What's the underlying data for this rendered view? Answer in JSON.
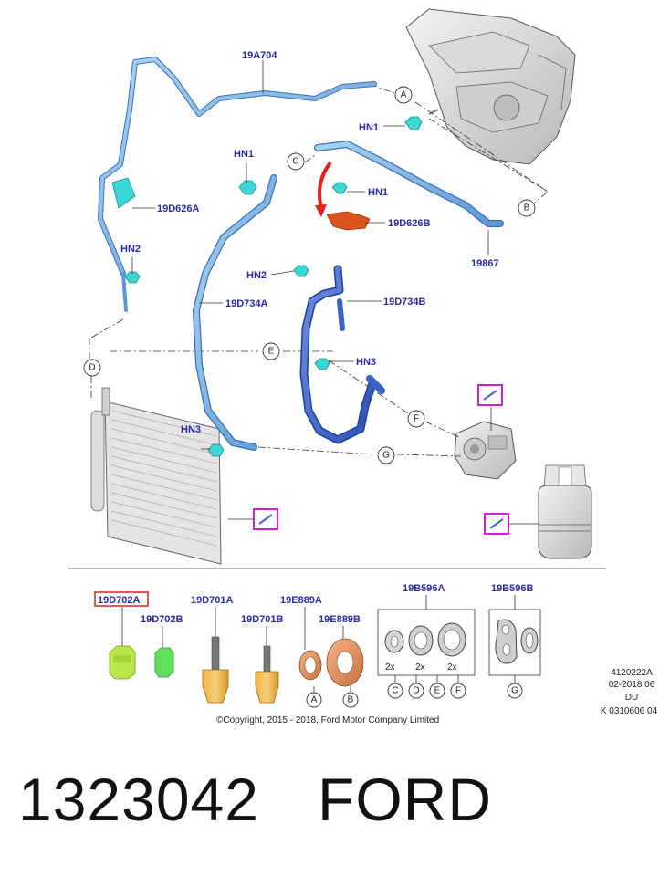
{
  "diagram": {
    "labels": {
      "lbl_19A704": "19A704",
      "lbl_HN1_top": "HN1",
      "lbl_HN1_mid": "HN1",
      "lbl_HN1_red": "HN1",
      "lbl_19D626A": "19D626A",
      "lbl_19D626B": "19D626B",
      "lbl_HN2_left": "HN2",
      "lbl_HN2_mid": "HN2",
      "lbl_19867": "19867",
      "lbl_19D734A": "19D734A",
      "lbl_19D734B": "19D734B",
      "lbl_HN3_mid": "HN3",
      "lbl_HN3_low": "HN3"
    },
    "callouts": {
      "A": "A",
      "B": "B",
      "C": "C",
      "D": "D",
      "E": "E",
      "F": "F",
      "G": "G"
    },
    "parts": {
      "p1": "19D702A",
      "p2": "19D702B",
      "p3": "19D701A",
      "p4": "19D701B",
      "p5": "19E889A",
      "p6": "19E889B",
      "p7": "19B596A",
      "p8": "19B596B"
    },
    "qty": {
      "q1": "2x",
      "q2": "2x",
      "q3": "2x"
    },
    "bottom_callouts": {
      "A": "A",
      "B": "B",
      "C": "C",
      "D": "D",
      "E": "E",
      "F": "F",
      "G": "G"
    },
    "copyright": "©Copyright, 2015 - 2018, Ford Motor Company Limited",
    "code_lines": [
      "4120222A",
      "02-2018 06",
      "DU",
      "K 0310606 04"
    ]
  },
  "caption": {
    "part_number": "1323042",
    "brand": "FORD"
  },
  "colors": {
    "label_blue": "#2a2aa8",
    "pipe_light": "#7fb8e6",
    "pipe_dark": "#3a63c8",
    "clip_cyan": "#3bd6d6",
    "bracket_orange": "#d8551e",
    "arrow_red": "#e0201a",
    "highlight_magenta": "#d020c8",
    "highlight_red_box": "#e0201a"
  }
}
